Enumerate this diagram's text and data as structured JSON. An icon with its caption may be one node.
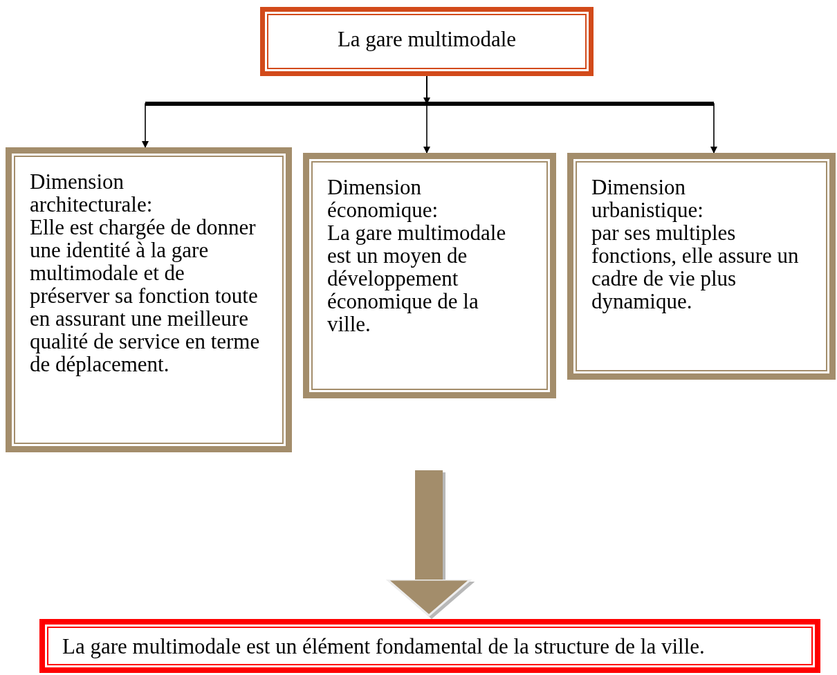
{
  "diagram": {
    "nodes": [
      {
        "text": [
          "La gare multimodale"
        ]
      },
      {
        "text": [
          "Dimension architecturale:",
          "Elle est chargée de donner une identité à la gare multimodale et de préserver sa fonction toute en assurant une meilleure qualité de service en terme de déplacement."
        ]
      },
      {
        "text": [
          "Dimension économique:",
          "La gare multimodale est un moyen de développement économique de la ville."
        ]
      },
      {
        "text": [
          "Dimension urbanistique:",
          "par ses multiples fonctions, elle assure un cadre de vie plus dynamique."
        ]
      },
      {
        "text": [
          "La gare multimodale est un élément fondamental de la structure de la ville."
        ]
      }
    ],
    "edges": [
      {
        "from": 0,
        "to": 1,
        "arrow": "to"
      },
      {
        "from": 0,
        "to": 2,
        "arrow": "to"
      },
      {
        "from": 0,
        "to": 3,
        "arrow": "to"
      },
      {
        "from": null,
        "to": 4,
        "arrow": "to",
        "style": "thick",
        "color": "#a38d6b"
      }
    ]
  }
}
